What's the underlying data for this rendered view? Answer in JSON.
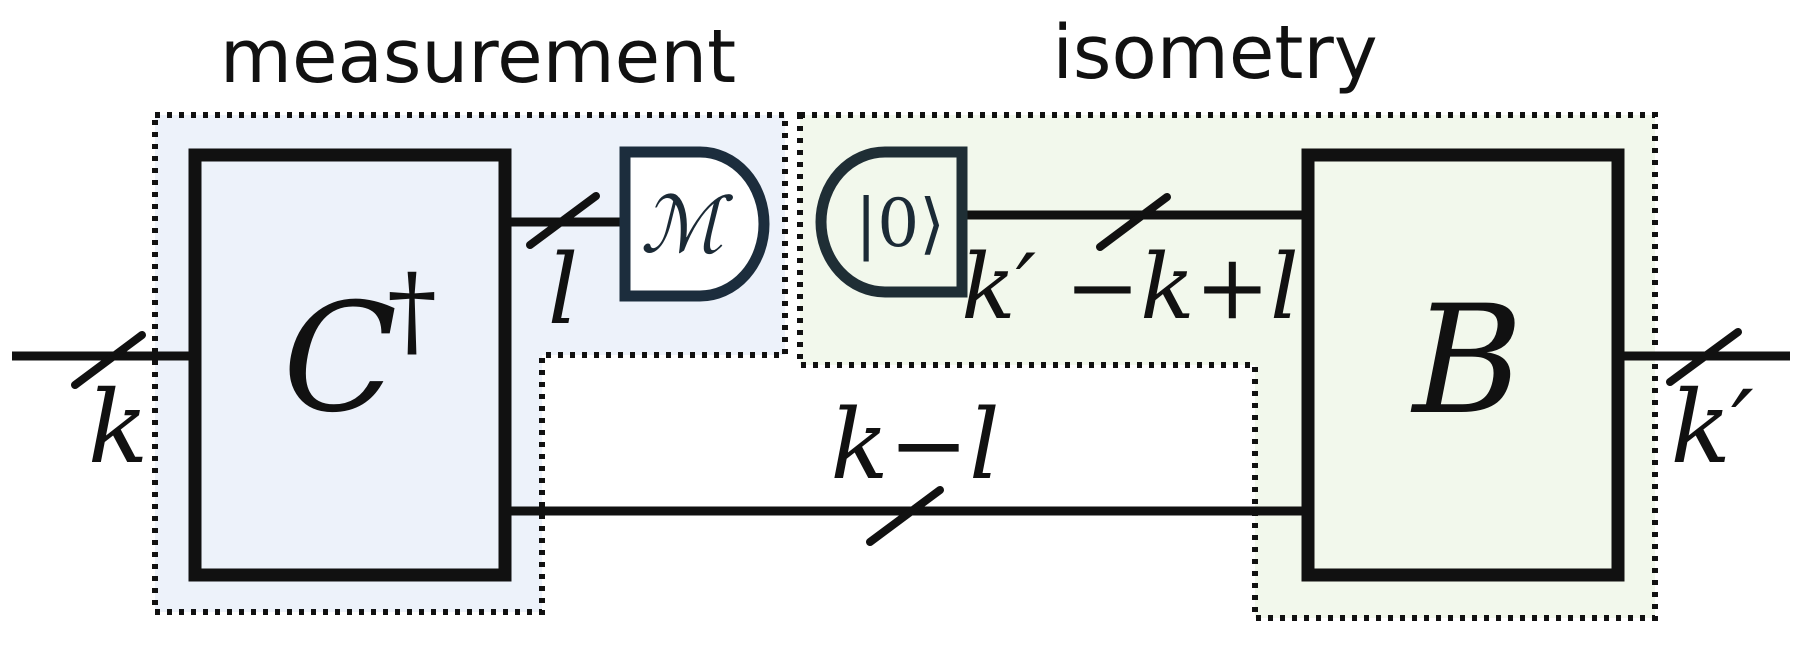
{
  "regions": {
    "measurement": {
      "title": "measurement",
      "fill": "#edf2fa"
    },
    "isometry": {
      "title": "isometry",
      "fill": "#f2f8ec"
    }
  },
  "gates": {
    "c_dagger": {
      "label": "C",
      "superscript": "†",
      "fill": "#edf2fa"
    },
    "b": {
      "label": "B",
      "fill": "#f2f8ec"
    },
    "measure": {
      "label": "ℳ",
      "stroke": "#1c2d3d"
    },
    "ancilla": {
      "label": "|0⟩",
      "stroke": "#1f2e35"
    }
  },
  "wires": {
    "input": {
      "label": "k"
    },
    "measured": {
      "label": "l"
    },
    "ancilla": {
      "label": "k′ −k+l"
    },
    "passthrough": {
      "label": "k−l"
    },
    "output": {
      "label": "k′"
    }
  }
}
